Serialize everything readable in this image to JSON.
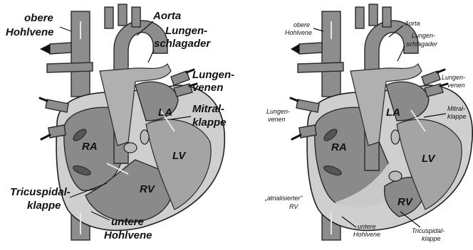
{
  "normal": {
    "labels": {
      "obere_hohlvene": [
        "obere",
        "Hohlvene"
      ],
      "aorta": "Aorta",
      "lungenschlagader": [
        "Lungen-",
        "schlagader"
      ],
      "lungenvenen": [
        "Lungen-",
        "venen"
      ],
      "mitralklappe": [
        "Mitral-",
        "klappe"
      ],
      "tricuspidalklappe": [
        "Tricuspidal-",
        "klappe"
      ],
      "untere_hohlvene": [
        "untere",
        "Hohlvene"
      ]
    },
    "chambers": {
      "ra": "RA",
      "la": "LA",
      "lv": "LV",
      "rv": "RV"
    }
  },
  "ebstein": {
    "labels": {
      "obere_hohlvene": [
        "obere",
        "Hohlvene"
      ],
      "aorta": "Aorta",
      "lungenschlagader": [
        "Lungen-",
        "schlagader"
      ],
      "lungenvenen_right": [
        "Lungen-",
        "venen"
      ],
      "lungenvenen_left": [
        "Lungen-",
        "venen"
      ],
      "mitralklappe": [
        "Mitral-",
        "klappe"
      ],
      "atrialisierter_rv": [
        "„atrialisierter“",
        "RV"
      ],
      "untere_hohlvene": [
        "untere",
        "Hohlvene"
      ],
      "tricuspidalklappe": [
        "Tricuspidal-",
        "klappe"
      ]
    },
    "chambers": {
      "ra": "RA",
      "la": "LA",
      "lv": "LV",
      "rv": "RV"
    }
  }
}
